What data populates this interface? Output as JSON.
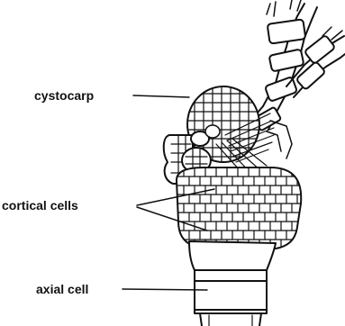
{
  "diagram": {
    "labels": {
      "cystocarp": "cystocarp",
      "cortical_cells": "cortical cells",
      "axial_cell": "axial cell"
    },
    "colors": {
      "ink": "#111111",
      "background": "#ffffff"
    }
  }
}
